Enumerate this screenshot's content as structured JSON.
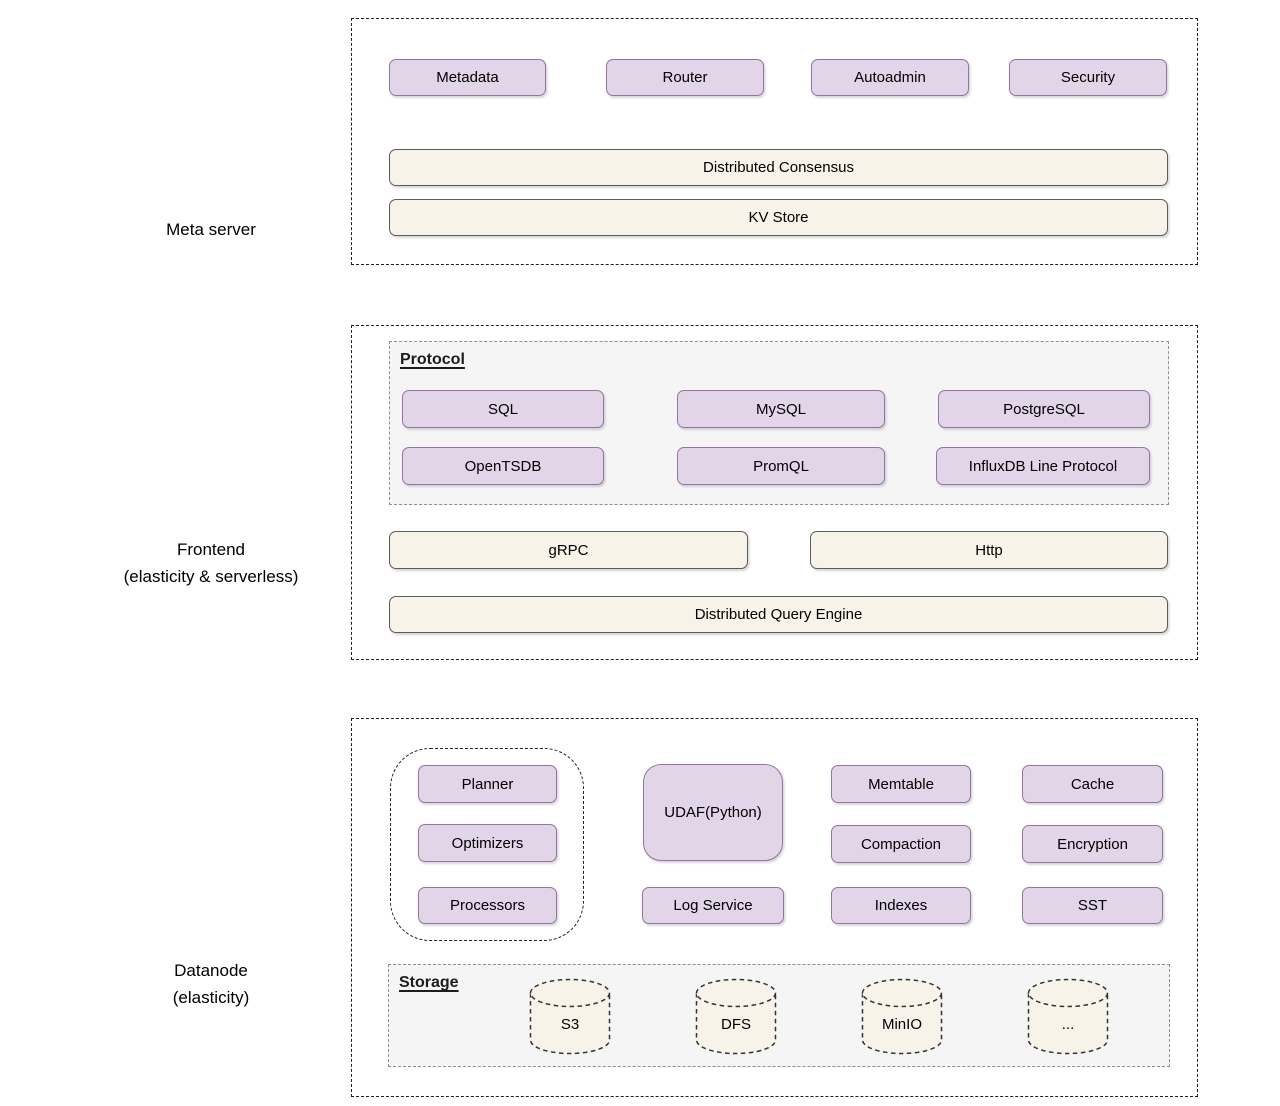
{
  "colors": {
    "module_fill": "#E1D5E7",
    "module_border": "#9673A6",
    "bar_fill": "#F7F3E8",
    "bar_border": "#5C5C5C",
    "panel_fill": "#F5F5F5",
    "panel_border": "#8F8F8F",
    "outline": "#1F1F1F",
    "text": "#000000"
  },
  "sections": {
    "meta_server": {
      "label_lines": [
        "Meta server"
      ],
      "modules": [
        "Metadata",
        "Router",
        "Autoadmin",
        "Security"
      ],
      "bars": [
        "Distributed Consensus",
        "KV Store"
      ]
    },
    "frontend": {
      "label_lines": [
        "Frontend",
        "(elasticity & serverless)"
      ],
      "protocol_panel": {
        "title": "Protocol",
        "items": [
          "SQL",
          "MySQL",
          "PostgreSQL",
          "OpenTSDB",
          "PromQL",
          "InfluxDB Line Protocol"
        ]
      },
      "bars": [
        "gRPC",
        "Http",
        "Distributed Query Engine"
      ]
    },
    "datanode": {
      "label_lines": [
        "Datanode",
        "(elasticity)"
      ],
      "query_group": [
        "Planner",
        "Optimizers",
        "Processors"
      ],
      "modules": [
        "UDAF(Python)",
        "Memtable",
        "Cache",
        "Compaction",
        "Encryption",
        "Log Service",
        "Indexes",
        "SST"
      ],
      "storage_panel": {
        "title": "Storage",
        "backends": [
          "S3",
          "DFS",
          "MinIO",
          "..."
        ]
      }
    }
  }
}
